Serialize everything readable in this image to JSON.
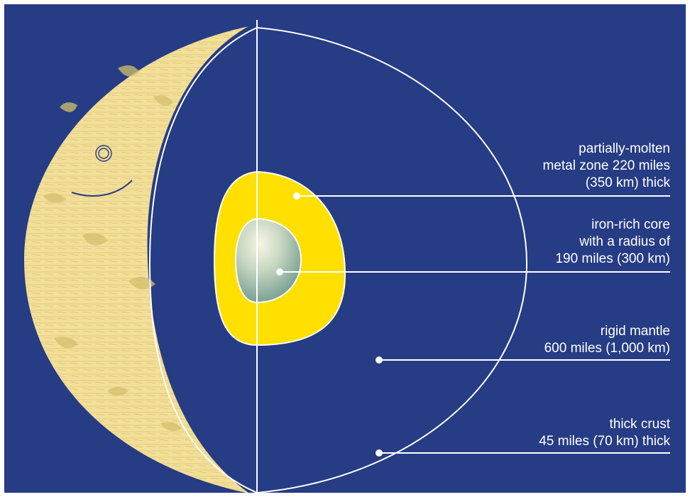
{
  "colors": {
    "background": "#263c84",
    "moon_surface": "#f2df99",
    "crater_detail": "#d3bf6c",
    "molten_zone": "#ffe000",
    "core_highlight": "#f5f3df",
    "core_shadow": "#6f9a8e",
    "line": "#ffffff"
  },
  "icons": {
    "moon": "crescent-moon-surface",
    "core": "gradient-sphere",
    "molten_zone": "yellow-shell"
  },
  "labels": [
    {
      "id": "molten-zone",
      "lines": [
        "partially-molten",
        "metal zone 220 miles",
        "(350 km) thick"
      ]
    },
    {
      "id": "iron-core",
      "lines": [
        "iron-rich core",
        "with a radius of",
        "190 miles (300 km)"
      ]
    },
    {
      "id": "rigid-mantle",
      "lines": [
        "rigid mantle",
        "600 miles (1,000 km)"
      ]
    },
    {
      "id": "thick-crust",
      "lines": [
        "thick crust",
        "45 miles (70 km) thick"
      ]
    }
  ]
}
